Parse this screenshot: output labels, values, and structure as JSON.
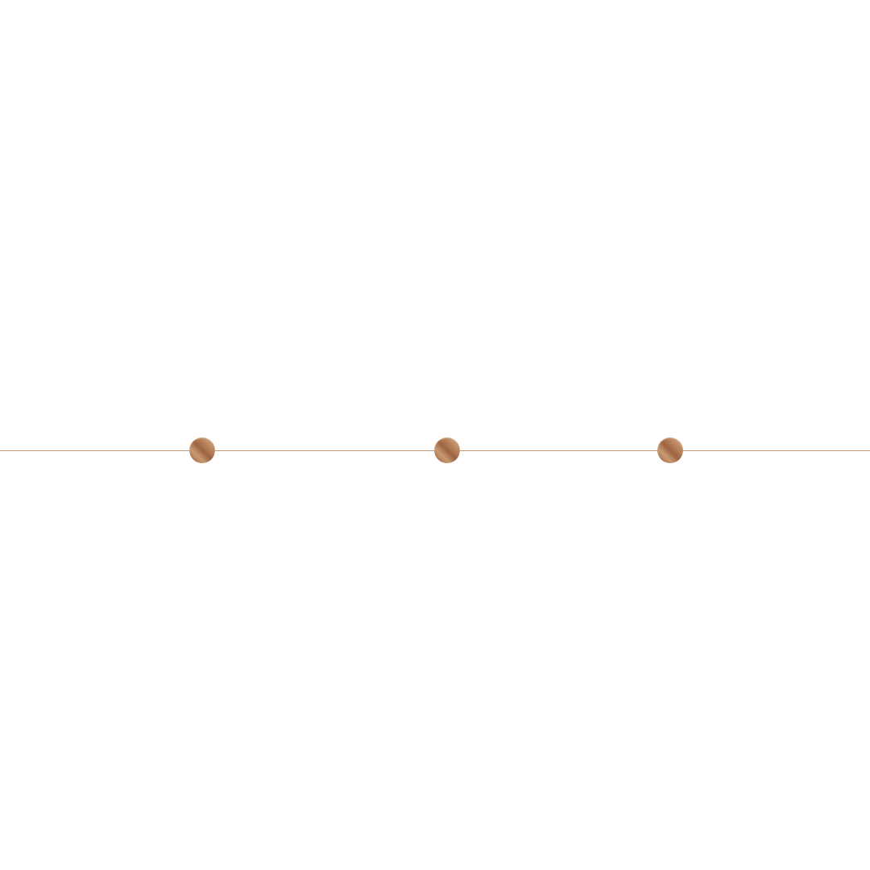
{
  "colors": {
    "background": "#ffffff",
    "line": "#c39a7c",
    "node_gradient": [
      "#d9b592",
      "#b98560",
      "#9c6440",
      "#c89a73",
      "#a5704c",
      "#8c5a3a"
    ]
  },
  "nodes": [
    {
      "icon": "bronze-circle"
    },
    {
      "icon": "bronze-circle"
    },
    {
      "icon": "bronze-circle"
    }
  ]
}
